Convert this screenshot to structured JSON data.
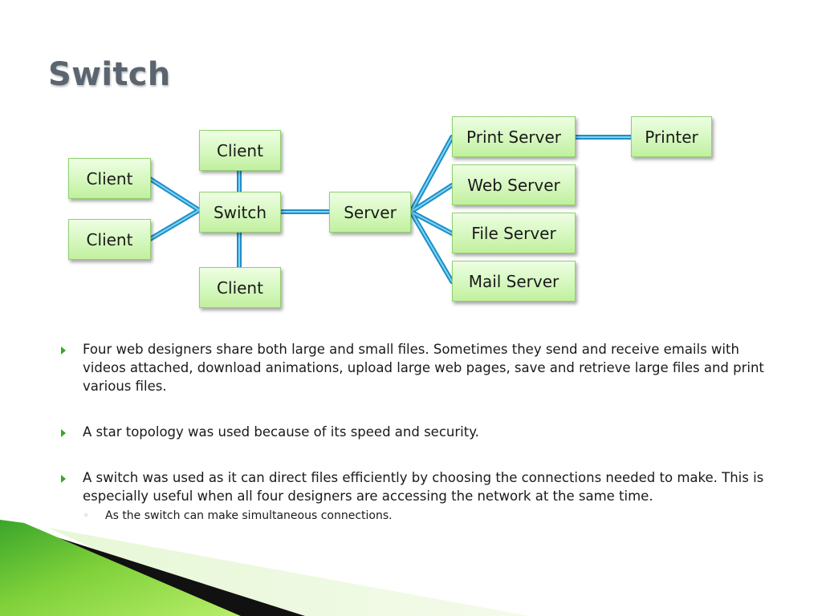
{
  "slide": {
    "title": "Switch"
  },
  "diagram": {
    "nodes": {
      "client_top": "Client",
      "client_left_upper": "Client",
      "client_left_lower": "Client",
      "client_bottom": "Client",
      "switch": "Switch",
      "server": "Server",
      "print_server": "Print Server",
      "web_server": "Web Server",
      "file_server": "File Server",
      "mail_server": "Mail Server",
      "printer": "Printer"
    },
    "connections": [
      [
        "client_top",
        "switch"
      ],
      [
        "client_left_upper",
        "switch"
      ],
      [
        "client_left_lower",
        "switch"
      ],
      [
        "client_bottom",
        "switch"
      ],
      [
        "switch",
        "server"
      ],
      [
        "server",
        "print_server"
      ],
      [
        "server",
        "web_server"
      ],
      [
        "server",
        "file_server"
      ],
      [
        "server",
        "mail_server"
      ],
      [
        "print_server",
        "printer"
      ]
    ]
  },
  "bullets": [
    {
      "text": "Four web designers share both large and small files.  Sometimes they send and receive emails with videos attached, download animations, upload large web pages, save and retrieve large files and print various files."
    },
    {
      "text": "A star topology was used because of its speed and security."
    },
    {
      "text": "A switch was used as it can direct files efficiently by choosing the connections needed to make.  This is especially useful when all four designers are accessing the network at the same time.",
      "sub": "As the switch can make simultaneous connections."
    }
  ],
  "colors": {
    "node_fill": "#d3f7bb",
    "node_border": "#8fd170",
    "connector": "#39a9dc",
    "title": "#5a6570",
    "bullet_marker": "#3aa52a",
    "accent_green": "#3aa52a"
  }
}
